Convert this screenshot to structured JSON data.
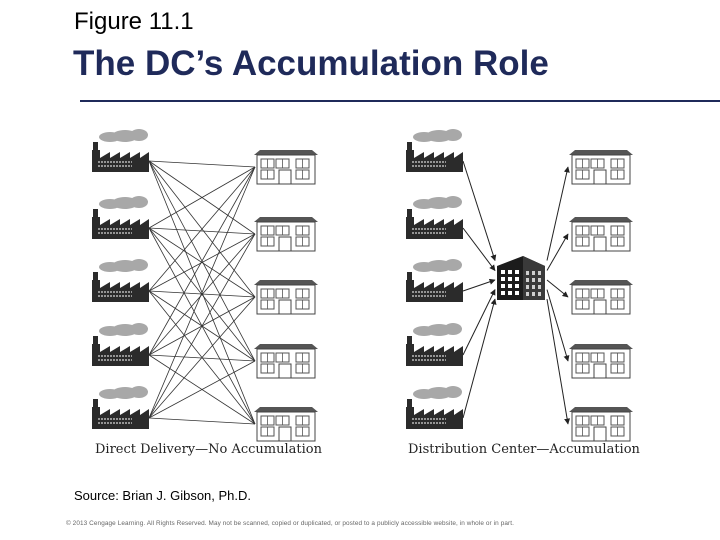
{
  "figure_label": "Figure 11.1",
  "title": "The DC’s Accumulation Role",
  "captions": {
    "left": "Direct Delivery—No Accumulation",
    "right": "Distribution Center—Accumulation"
  },
  "source": "Source: Brian J. Gibson, Ph.D.",
  "copyright": "© 2013 Cengage Learning. All Rights Reserved. May not be scanned, copied or duplicated, or posted to a publicly accessible website, in whole or in part.",
  "colors": {
    "title": "#1f2a5a",
    "factory": "#2b2b2b",
    "smoke": "#a8a8a8",
    "store_roof": "#555555"
  },
  "icons": [
    "factory-icon",
    "store-icon",
    "distribution-center-icon"
  ],
  "diagram": {
    "left": {
      "factories": 5,
      "stores": 5,
      "connection": "every factory to every store"
    },
    "right": {
      "factories": 5,
      "stores": 5,
      "connection": "factories to distribution center to stores"
    }
  }
}
